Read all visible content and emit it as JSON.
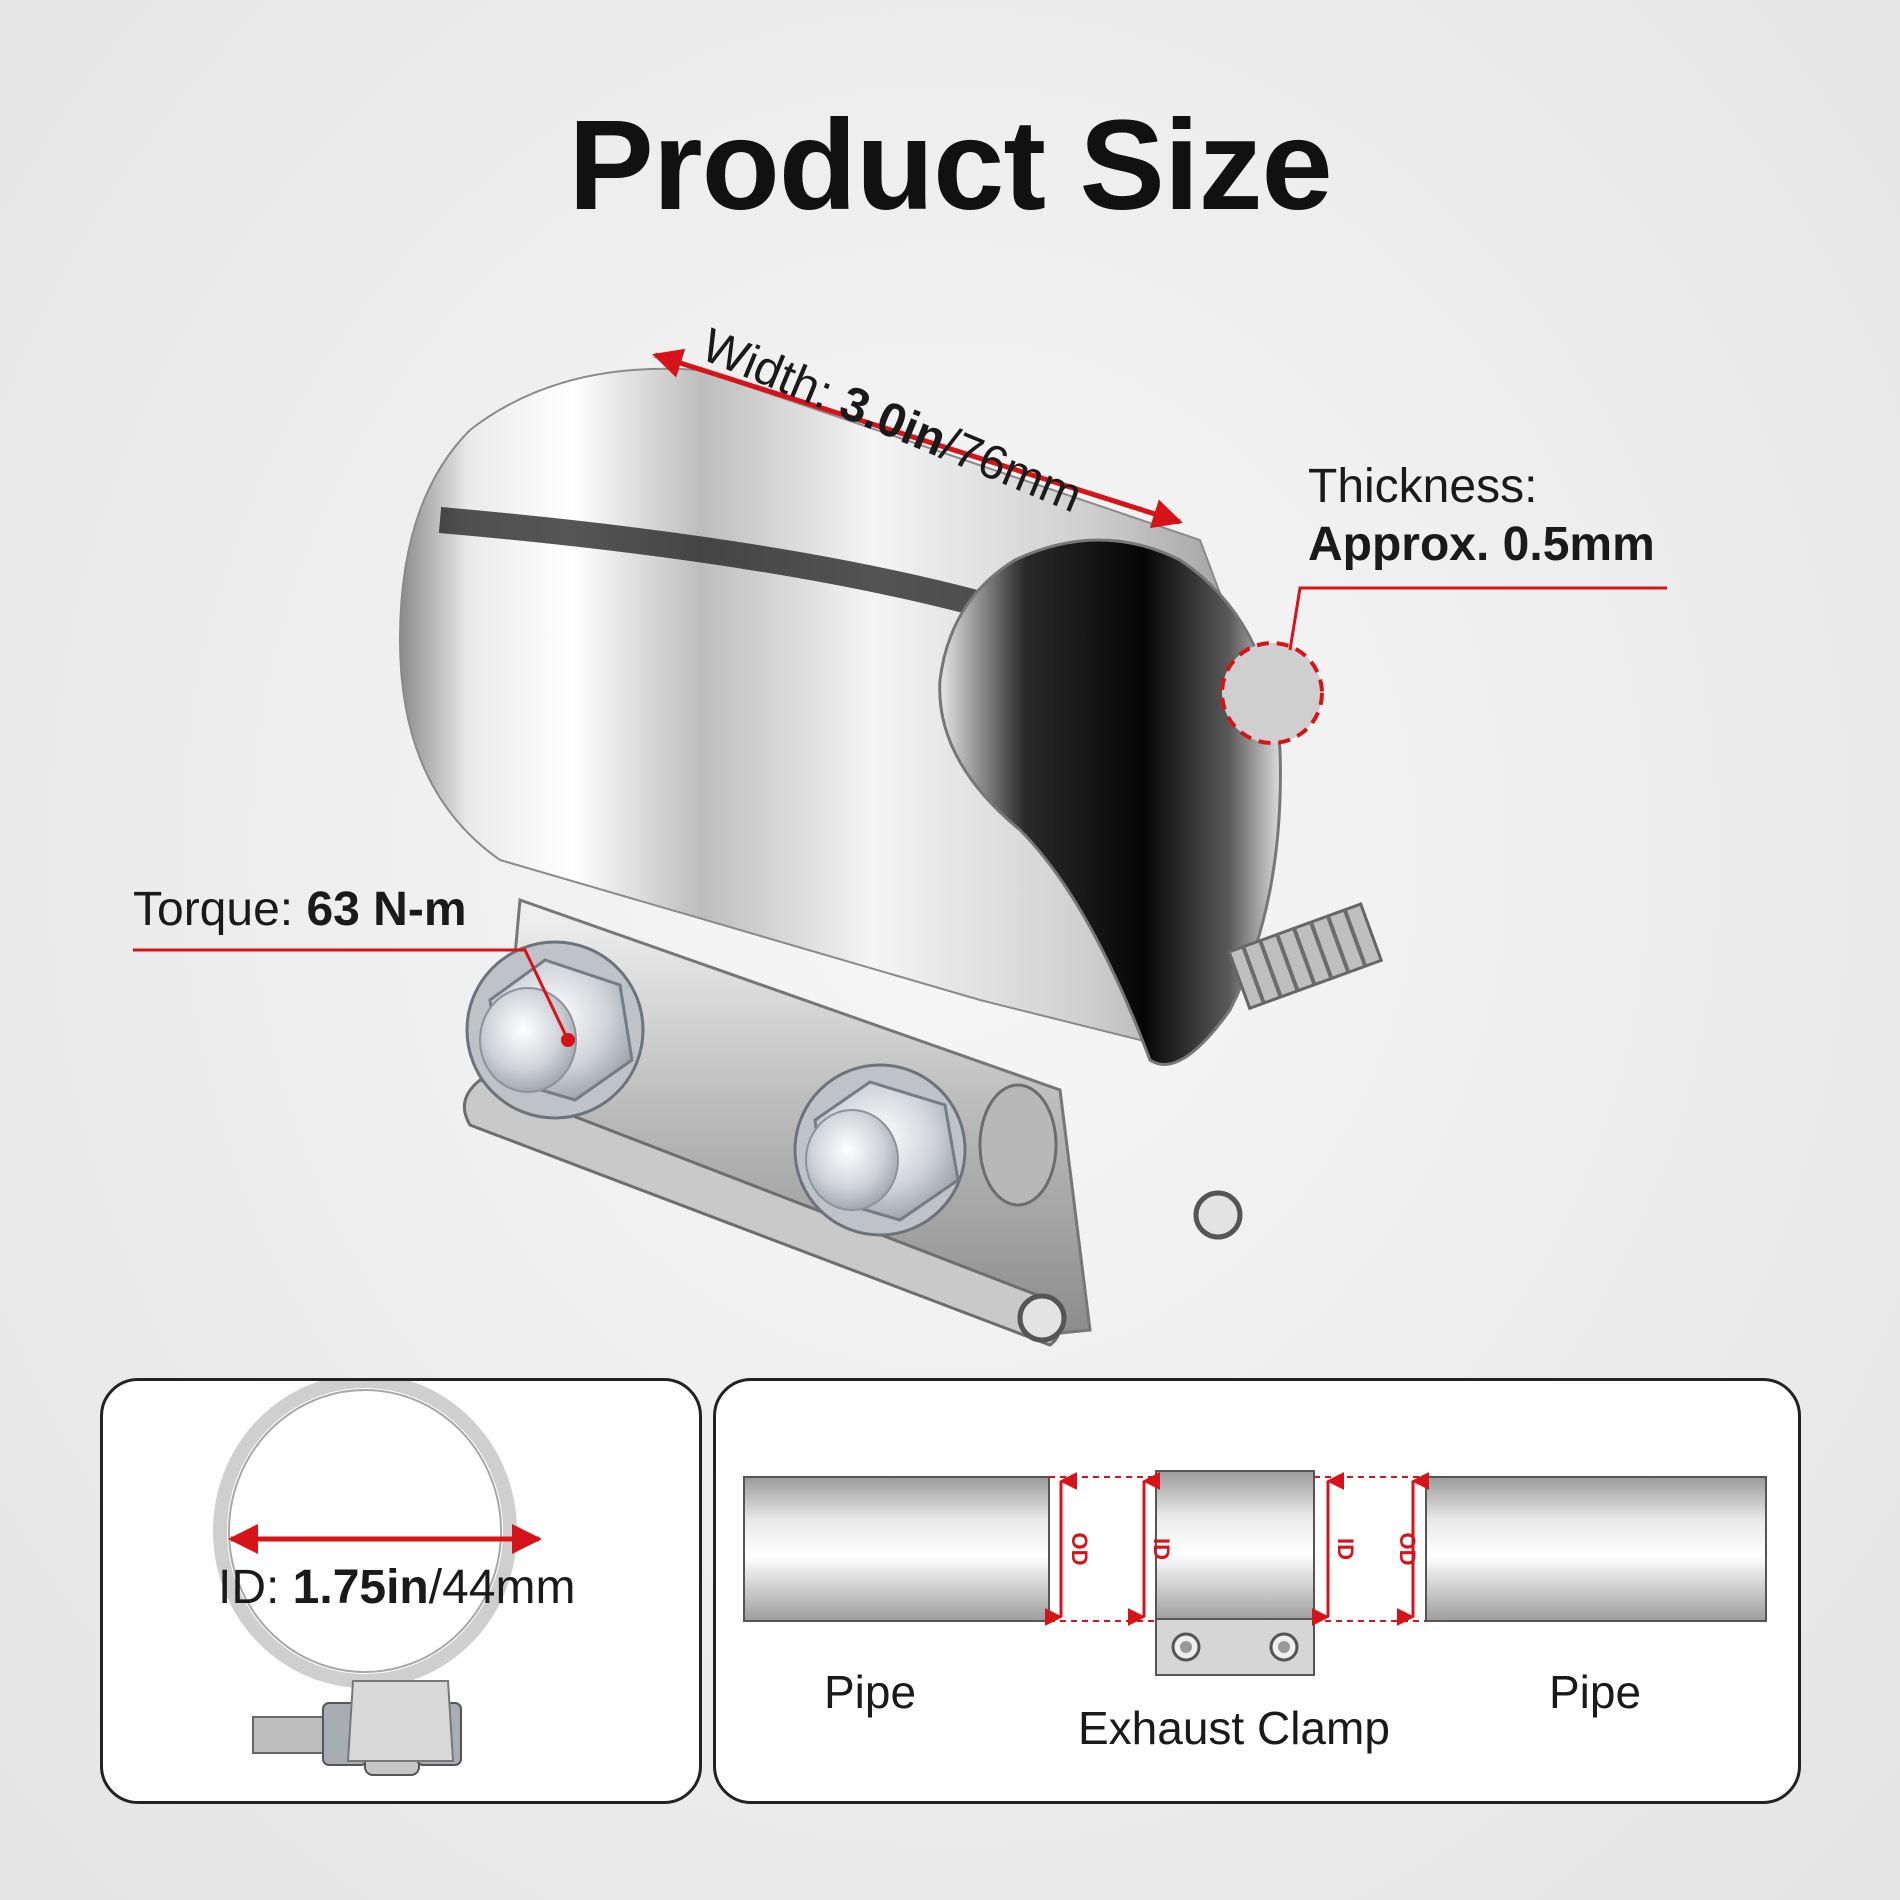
{
  "title": "Product Size",
  "width": {
    "prefix": "Width: ",
    "value": "3.0in",
    "suffix": "/76mm"
  },
  "thickness": {
    "label": "Thickness:",
    "value": "Approx. 0.5mm"
  },
  "torque": {
    "prefix": "Torque: ",
    "value": "63 N-m"
  },
  "id": {
    "prefix": "ID: ",
    "value": "1.75in",
    "suffix": "/44mm"
  },
  "diagram": {
    "left_pipe": "Pipe",
    "right_pipe": "Pipe",
    "clamp": "Exhaust Clamp",
    "od": "OD",
    "id": "ID"
  },
  "colors": {
    "accent": "#d7131a",
    "text": "#111111",
    "panel_border": "#222222"
  }
}
